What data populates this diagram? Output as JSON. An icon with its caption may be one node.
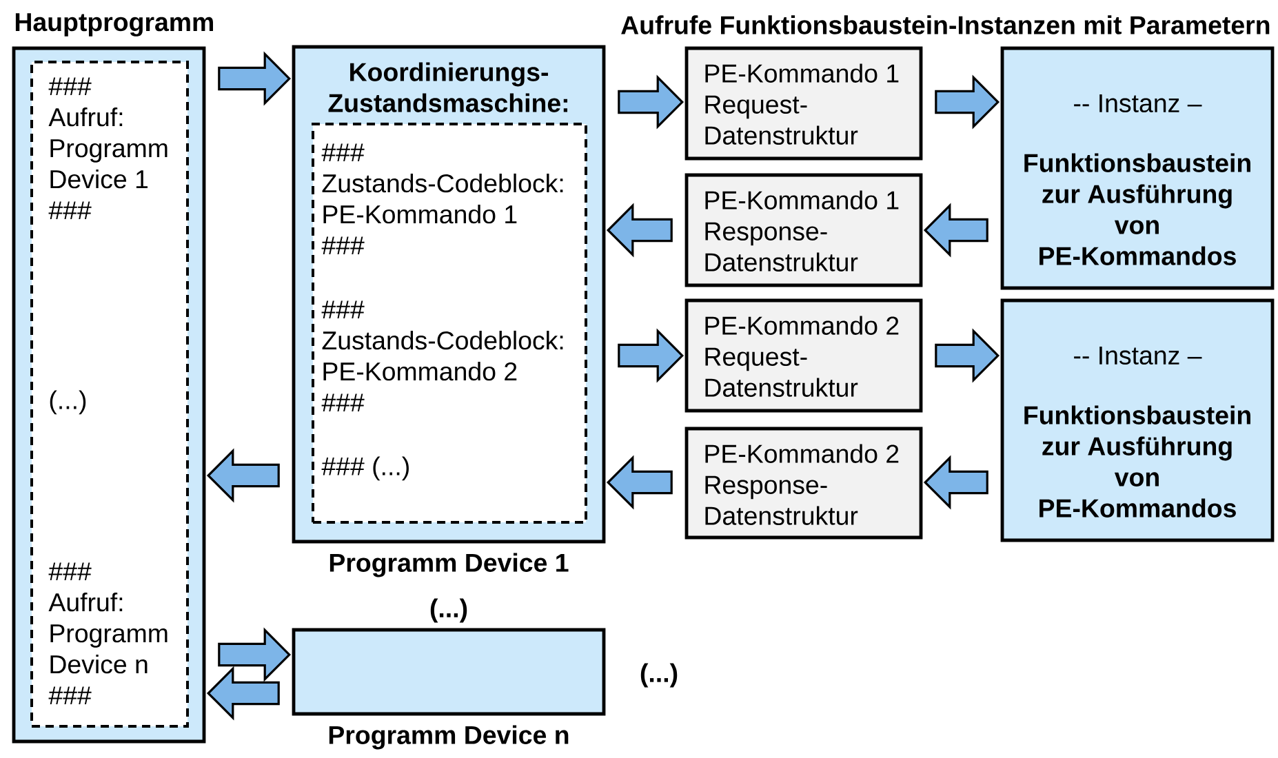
{
  "diagram": {
    "title": "Aufrufe Funktionsbaustein-Instanzen mit Parametern",
    "nodes": [
      {
        "text": [
          "Hauptprogramm"
        ]
      },
      {
        "text": [
          "### Aufruf: Programm Device 1 ###",
          "(...)",
          "### Aufruf: Programm Device n ###"
        ],
        "in": 0
      },
      {
        "text": [
          "Koordinierungs-Zustandsmaschine:",
          "Programm Device 1"
        ]
      },
      {
        "text": [
          "### Zustands-Codeblock: PE-Kommando 1 ###",
          "### Zustands-Codeblock: PE-Kommando 2 ###",
          "### (...)"
        ],
        "in": 2
      },
      {
        "text": [
          "PE-Kommando 1 Request-Datenstruktur"
        ]
      },
      {
        "text": [
          "PE-Kommando 1 Response-Datenstruktur"
        ]
      },
      {
        "text": [
          "-- Instanz –",
          "Funktionsbaustein zur Ausführung von PE-Kommandos"
        ]
      },
      {
        "text": [
          "PE-Kommando 2 Request-Datenstruktur"
        ]
      },
      {
        "text": [
          "PE-Kommando 2 Response-Datenstruktur"
        ]
      },
      {
        "text": [
          "-- Instanz –",
          "Funktionsbaustein zur Ausführung von PE-Kommandos"
        ]
      },
      {
        "text": [
          "Programm Device n"
        ]
      }
    ],
    "edges": [
      {
        "from": 0,
        "to": 2,
        "arrow": "to"
      },
      {
        "from": 2,
        "to": 4,
        "arrow": "to"
      },
      {
        "from": 4,
        "to": 6,
        "arrow": "to"
      },
      {
        "from": 6,
        "to": 5,
        "arrow": "to"
      },
      {
        "from": 5,
        "to": 2,
        "arrow": "to"
      },
      {
        "from": 2,
        "to": 7,
        "arrow": "to"
      },
      {
        "from": 7,
        "to": 9,
        "arrow": "to"
      },
      {
        "from": 9,
        "to": 8,
        "arrow": "to"
      },
      {
        "from": 8,
        "to": 2,
        "arrow": "to"
      },
      {
        "from": 2,
        "to": 0,
        "arrow": "to"
      },
      {
        "from": 0,
        "to": 10,
        "arrow": "to"
      },
      {
        "from": 10,
        "to": 0,
        "arrow": "to"
      }
    ],
    "labels": [
      "(...)",
      "(...)"
    ]
  }
}
